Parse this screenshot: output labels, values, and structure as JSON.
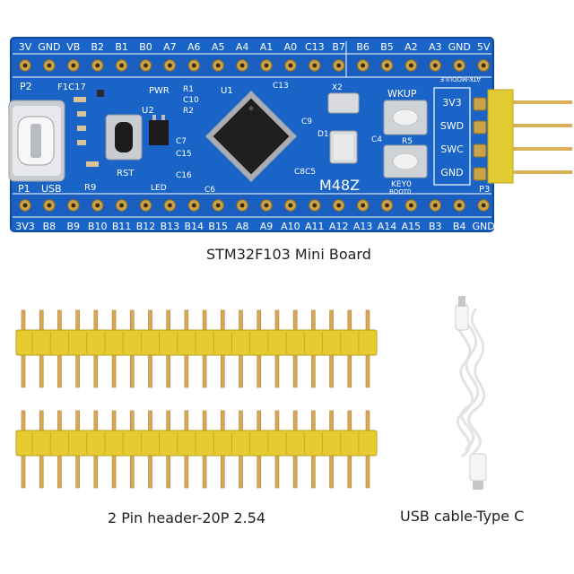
{
  "captions": {
    "board": "STM32F103 Mini Board",
    "header": "2 Pin header-20P 2.54",
    "cable": "USB cable-Type C"
  },
  "board": {
    "top_pins": [
      "3V",
      "GND",
      "VB",
      "B2",
      "B1",
      "B0",
      "A7",
      "A6",
      "A5",
      "A4",
      "A1",
      "A0",
      "C13",
      "B7",
      "B6",
      "B5",
      "A2",
      "A3",
      "GND",
      "5V"
    ],
    "bottom_pins": [
      "3V3",
      "B8",
      "B9",
      "B10",
      "B11",
      "B12",
      "B13",
      "B14",
      "B15",
      "A8",
      "A9",
      "A10",
      "A11",
      "A12",
      "A13",
      "A14",
      "A15",
      "B3",
      "B4",
      "GND"
    ],
    "side_pins": [
      "3V3",
      "SWD",
      "SWC",
      "GND"
    ],
    "silk": {
      "p2": "P2",
      "p1": "P1",
      "p3": "P3",
      "usb": "USB",
      "f1c17": "F1C17",
      "pwr": "PWR",
      "r1": "R1",
      "c10": "C10",
      "r2": "R2",
      "u1": "U1",
      "c13": "C13",
      "x2": "X2",
      "wkup": "WKUP",
      "rst": "RST",
      "led": "LED",
      "c16": "C16",
      "c15": "C15",
      "c9": "C9",
      "c8c5": "C8C5",
      "r5": "R5",
      "keyo": "KEY0",
      "boot0": "BOOT0",
      "model": "M48Z",
      "module": "ATK-MODULE",
      "u2": "U2",
      "c7": "C7",
      "c6": "C6",
      "r9": "R9",
      "d1": "D1",
      "c4": "C4"
    }
  }
}
